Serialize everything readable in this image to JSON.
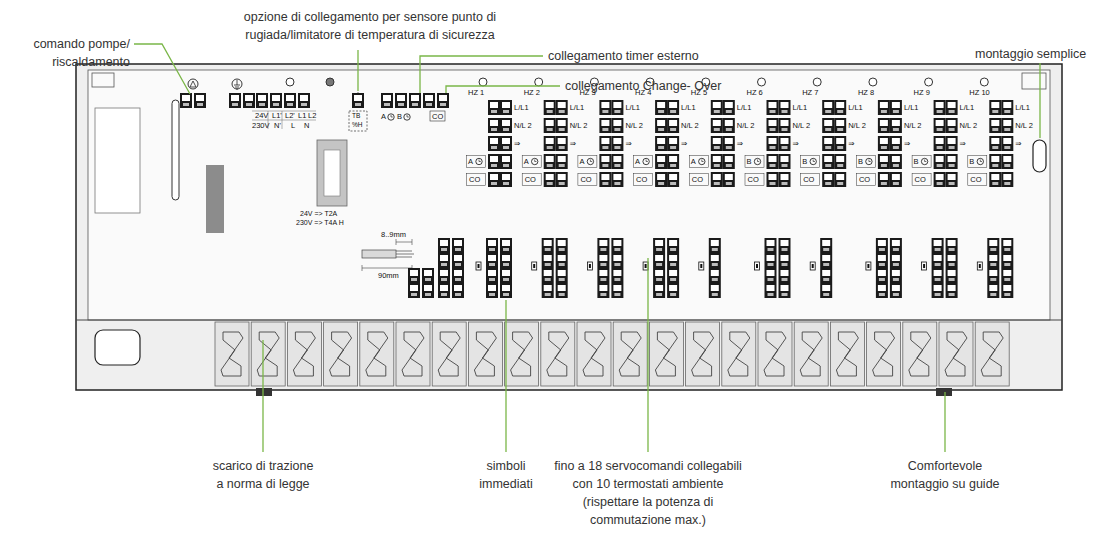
{
  "diagram": {
    "labels": [
      "comando pompe/ riscaldamento",
      "opzione di collegamento per sensore punto di rugiada/limitatore di temperatura di sicurezza",
      "collegamento timer esterno",
      "collegamento Change- Over",
      "montaggio semplice",
      "scarico di trazione a norma di legge",
      "simboli immediati",
      "fino a 18 servocomandi collegabili con 10 termostati ambiente (rispettare la potenza di commutazione max.)",
      "Comfortevole montaggio su guide",
      "24V",
      "L1'",
      "L2'",
      "L1",
      "L2",
      "230V",
      "N'",
      "L",
      "N",
      "TB",
      "%H",
      "A",
      "B",
      "CO",
      "24V => T2A",
      "230V => T4A H",
      "8..9mm",
      "90mm",
      "HZ 1",
      "L/L1",
      "N/L 2",
      "⇒",
      "A",
      "CO",
      "HZ 2",
      "L/L1",
      "N/L 2",
      "⇒",
      "A",
      "CO",
      "HZ 3",
      "L/L1",
      "N/L 2",
      "⇒",
      "A",
      "CO",
      "HZ 4",
      "L/L1",
      "N/L 2",
      "⇒",
      "A",
      "CO",
      "HZ 5",
      "L/L1",
      "N/L 2",
      "⇒",
      "A",
      "CO",
      "HZ 6",
      "L/L1",
      "N/L 2",
      "⇒",
      "B",
      "CO",
      "HZ 7",
      "L/L1",
      "N/L 2",
      "⇒",
      "B",
      "CO",
      "HZ 8",
      "L/L1",
      "N/L 2",
      "⇒",
      "B",
      "CO",
      "HZ 9",
      "L/L1",
      "N/L 2",
      "⇒",
      "B",
      "CO",
      "HZ 10",
      "L/L1",
      "N/L 2",
      "⇒",
      "B",
      "CO"
    ]
  }
}
